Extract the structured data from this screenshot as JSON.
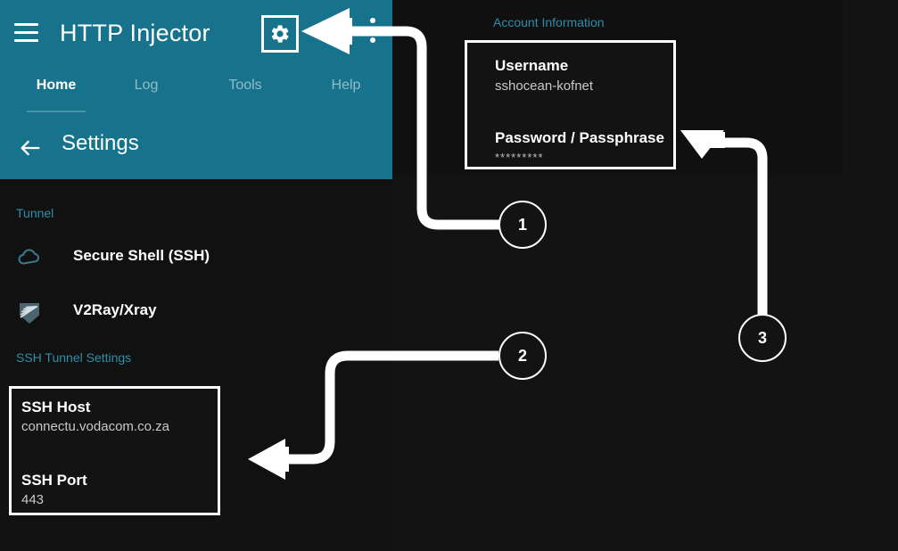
{
  "app": {
    "title": "HTTP Injector",
    "menu_icon": "hamburger-icon",
    "settings_icon": "gear-icon"
  },
  "tabs": [
    {
      "label": "Home",
      "active": true
    },
    {
      "label": "Log",
      "active": false
    },
    {
      "label": "Tools",
      "active": false
    },
    {
      "label": "Help",
      "active": false
    }
  ],
  "subheader": {
    "back_icon": "back-arrow-icon",
    "title": "Settings"
  },
  "tunnel": {
    "section_label": "Tunnel",
    "items": [
      {
        "label": "Secure Shell (SSH)",
        "icon": "cloud-icon"
      },
      {
        "label": "V2Ray/Xray",
        "icon": "shield-rays-icon"
      }
    ]
  },
  "ssh_settings": {
    "section_label": "SSH Tunnel Settings",
    "fields": [
      {
        "label": "SSH Host",
        "value": "connectu.vodacom.co.za"
      },
      {
        "label": "SSH Port",
        "value": "443"
      }
    ]
  },
  "account": {
    "section_label": "Account Information",
    "fields": [
      {
        "label": "Username",
        "value": "sshocean-kofnet"
      },
      {
        "label": "Password / Passphrase",
        "value": "*********"
      }
    ]
  },
  "callouts": [
    {
      "number": "1"
    },
    {
      "number": "2"
    },
    {
      "number": "3"
    }
  ],
  "colors": {
    "accent_teal": "#17738C",
    "section_label": "#2D8EA8",
    "background": "#131313",
    "annotation": "#FFFFFF"
  }
}
